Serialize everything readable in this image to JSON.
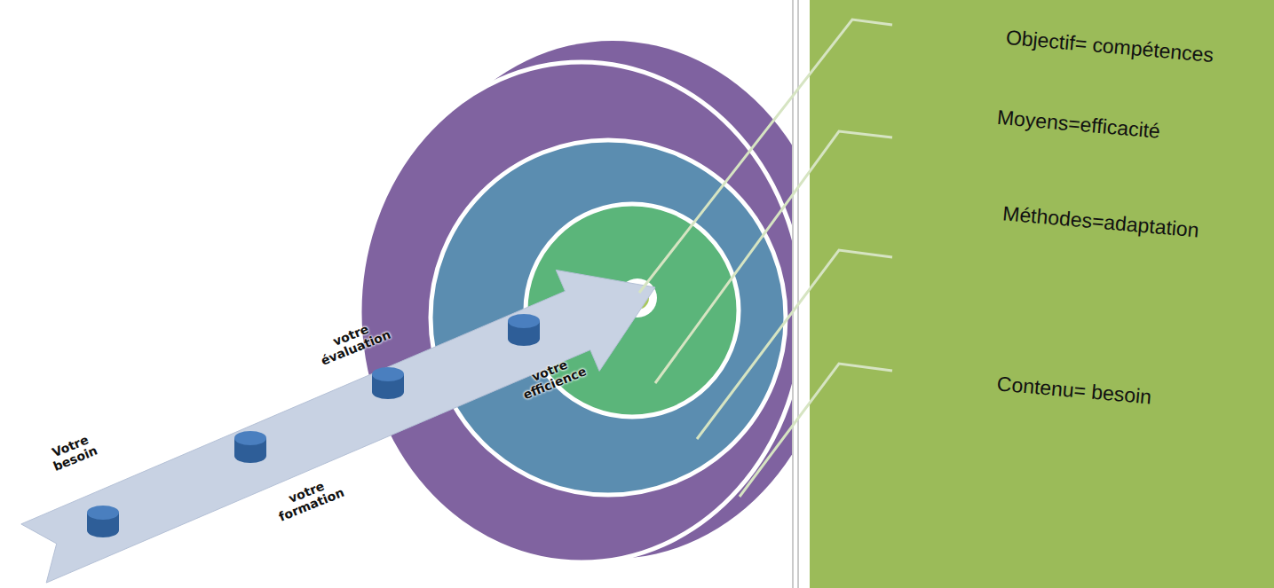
{
  "diagram": {
    "nodes": [
      {
        "text": [
          "Votre besoin",
          "votre formation",
          "votre évaluation",
          "votre efficience"
        ]
      },
      {
        "text": [
          "Objectif= compétences",
          "Moyens=efficacité",
          "Méthodes=adaptation",
          "Contenu= besoin"
        ]
      }
    ]
  }
}
